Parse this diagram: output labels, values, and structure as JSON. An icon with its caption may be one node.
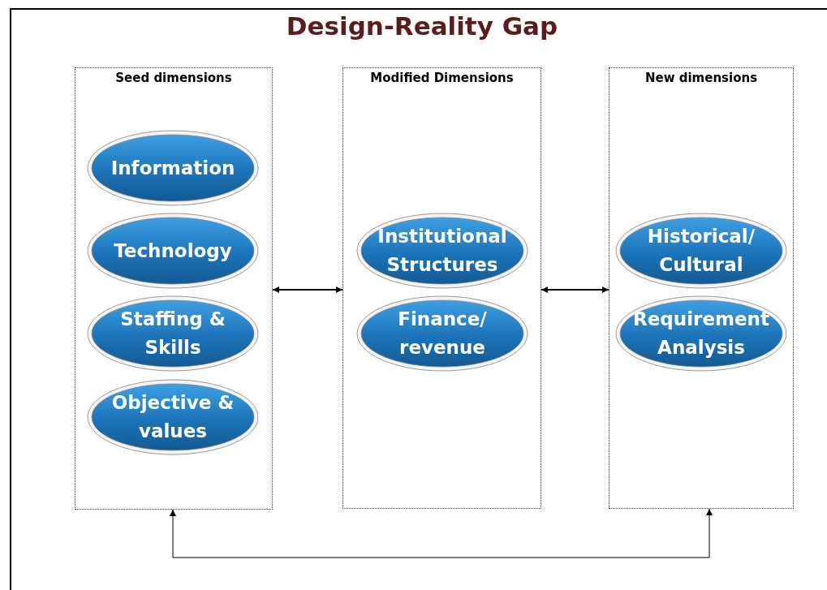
{
  "diagram": {
    "title": "Design-Reality Gap",
    "nodes": [
      {
        "text": [
          "Seed dimensions"
        ]
      },
      {
        "text": [
          "Information"
        ],
        "in": 0
      },
      {
        "text": [
          "Technology"
        ],
        "in": 0
      },
      {
        "text": [
          "Staffing & Skills"
        ],
        "in": 0
      },
      {
        "text": [
          "Objective & values"
        ],
        "in": 0
      },
      {
        "text": [
          "Modified Dimensions"
        ]
      },
      {
        "text": [
          "Institutional Structures"
        ],
        "in": 5
      },
      {
        "text": [
          "Finance/ revenue"
        ],
        "in": 5
      },
      {
        "text": [
          "New dimensions"
        ]
      },
      {
        "text": [
          "Historical/ Cultural"
        ],
        "in": 8
      },
      {
        "text": [
          "Requirement Analysis"
        ],
        "in": 8
      }
    ],
    "edges": [
      {
        "from": 0,
        "to": 5,
        "arrow": "both"
      },
      {
        "from": 5,
        "to": 8,
        "arrow": "both"
      },
      {
        "from": 0,
        "to": 8,
        "arrow": "both"
      }
    ]
  }
}
